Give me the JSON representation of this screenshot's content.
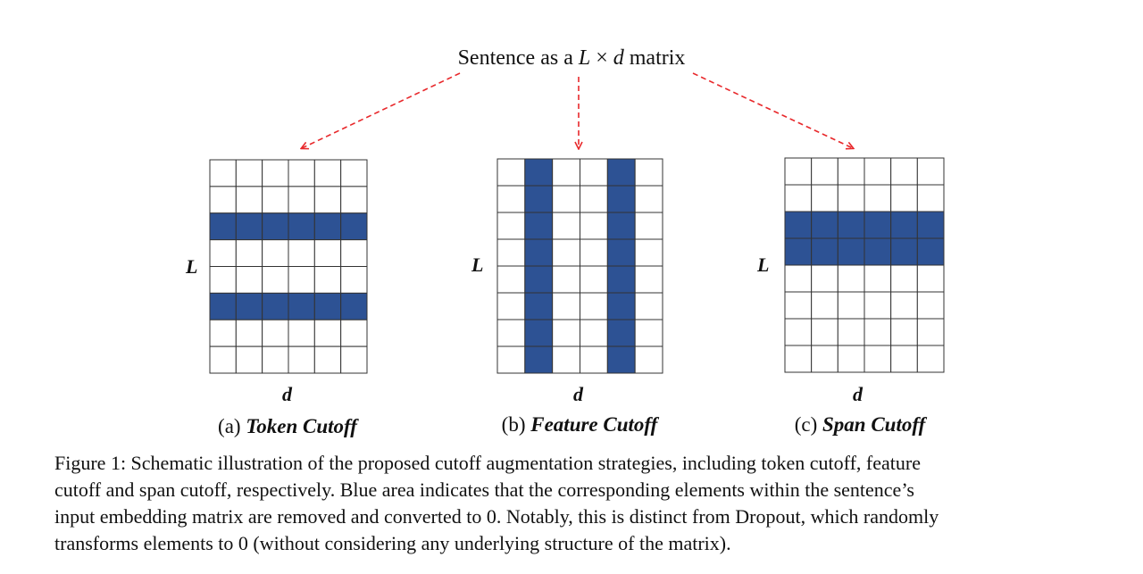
{
  "title": {
    "prefix": "Sentence as a ",
    "math_L": "L",
    "times": " × ",
    "math_d": "d",
    "suffix": " matrix"
  },
  "colors": {
    "cutoff_fill": "#2d5294",
    "grid_stroke": "#333333",
    "arrow": "#e8282b"
  },
  "panels": [
    {
      "prefix": "(a) ",
      "name": "Token Cutoff",
      "axis_left": "L",
      "axis_bottom": "d",
      "rows": 8,
      "cols": 6,
      "cutoff": "rows",
      "indices": [
        2,
        5
      ]
    },
    {
      "prefix": "(b) ",
      "name": "Feature Cutoff",
      "axis_left": "L",
      "axis_bottom": "d",
      "rows": 8,
      "cols": 6,
      "cutoff": "cols",
      "indices": [
        1,
        4
      ]
    },
    {
      "prefix": "(c) ",
      "name": "Span Cutoff",
      "axis_left": "L",
      "axis_bottom": "d",
      "rows": 8,
      "cols": 6,
      "cutoff": "rows",
      "indices": [
        2,
        3
      ]
    }
  ],
  "caption": {
    "line1": "Figure 1: Schematic illustration of the proposed cutoff augmentation strategies, including token cutoff, feature",
    "line2": "cutoff and span cutoff, respectively.  Blue area indicates that the corresponding elements within the sentence’s",
    "line3": "input embedding matrix are removed and converted to 0. Notably, this is distinct from Dropout, which randomly",
    "line4": "transforms elements to 0 (without considering any underlying structure of the matrix)."
  }
}
